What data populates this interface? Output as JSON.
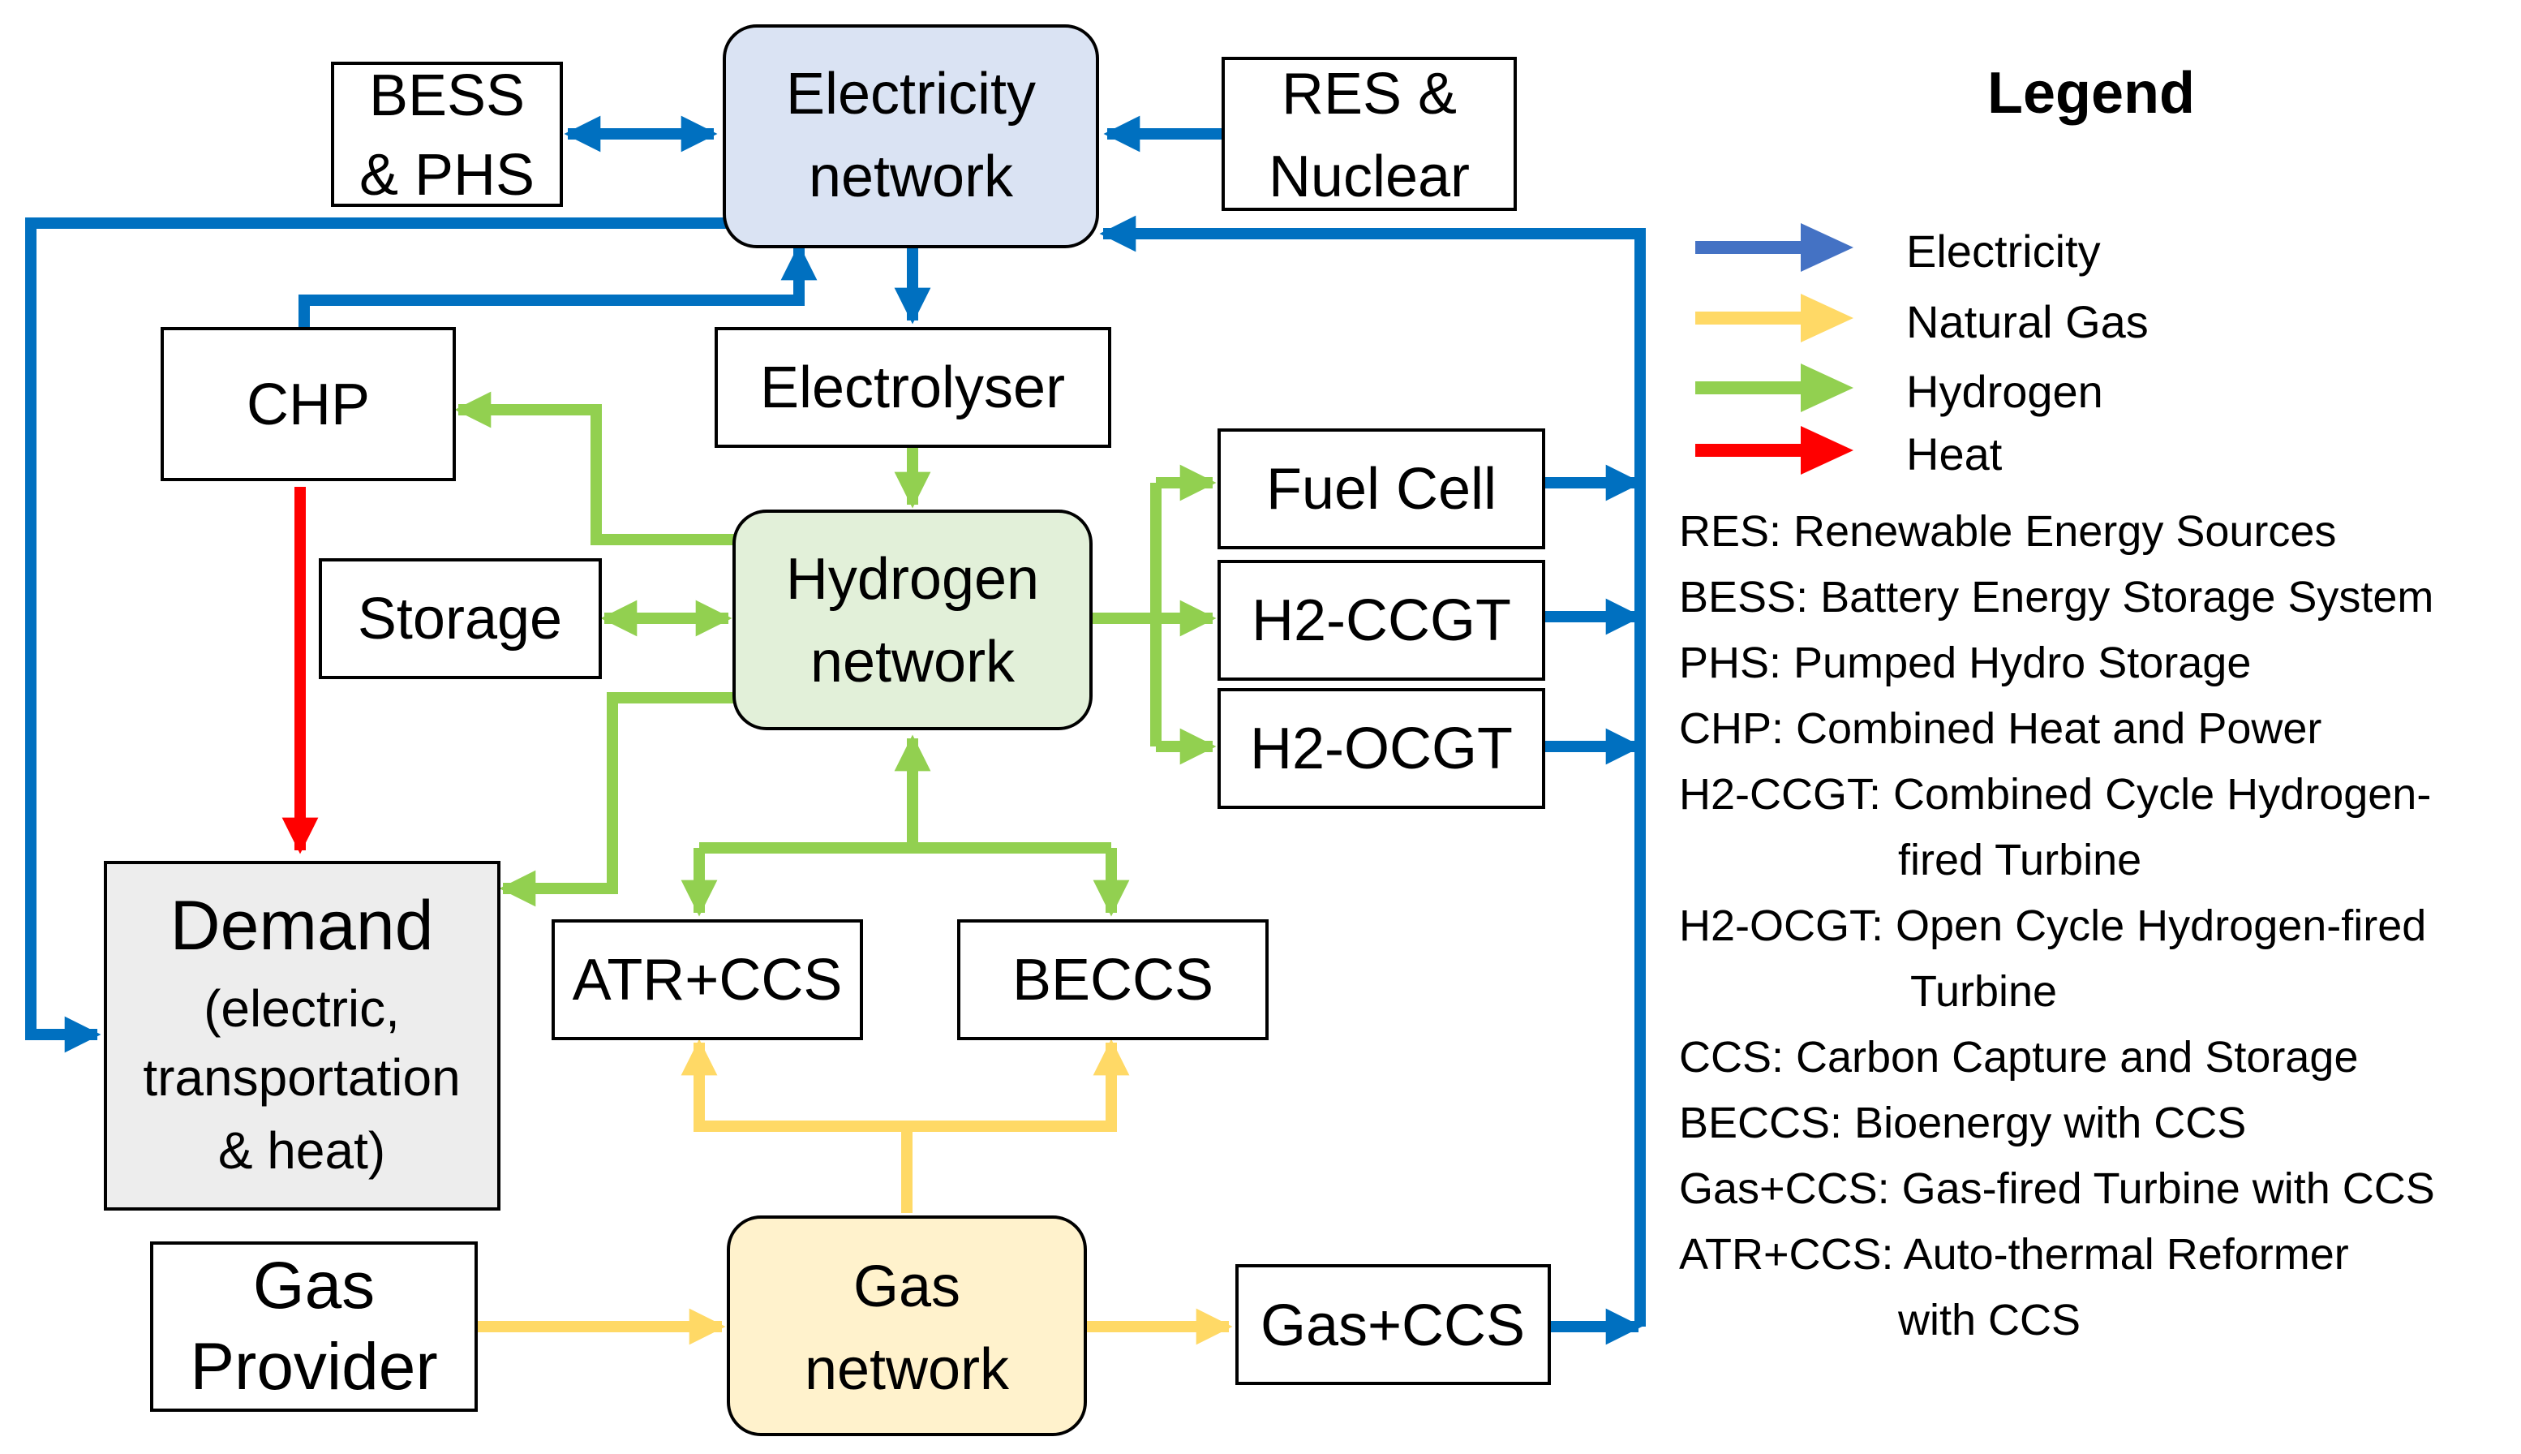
{
  "nodes": {
    "electricity_network": [
      "Electricity",
      "network"
    ],
    "bess_phs": [
      "BESS",
      "& PHS"
    ],
    "res_nuclear": [
      "RES &",
      "Nuclear"
    ],
    "chp": "CHP",
    "electrolyser": "Electrolyser",
    "hydrogen_network": [
      "Hydrogen",
      "network"
    ],
    "storage": "Storage",
    "fuel_cell": "Fuel Cell",
    "h2_ccgt": "H2-CCGT",
    "h2_ocgt": "H2-OCGT",
    "demand": [
      "Demand",
      "(electric,",
      "transportation",
      "& heat)"
    ],
    "atr_ccs": "ATR+CCS",
    "beccs": "BECCS",
    "gas_provider": [
      "Gas",
      "Provider"
    ],
    "gas_network": [
      "Gas",
      "network"
    ],
    "gas_ccs": "Gas+CCS"
  },
  "colors": {
    "electricity": "#0070C0",
    "natural_gas": "#FFD966",
    "hydrogen": "#92D050",
    "heat": "#FF0000",
    "electricity_legend": "#4472C4",
    "electricity_network_fill": "#DAE3F3",
    "hydrogen_network_fill": "#E2F0D9",
    "gas_network_fill": "#FFF2CC",
    "demand_fill": "#EDEDED"
  },
  "legend": {
    "title": "Legend",
    "items": [
      {
        "label": "Electricity",
        "color": "#4472C4"
      },
      {
        "label": "Natural Gas",
        "color": "#FFD966"
      },
      {
        "label": "Hydrogen",
        "color": "#92D050"
      },
      {
        "label": "Heat",
        "color": "#FF0000"
      }
    ],
    "abbreviations": [
      {
        "line1": "RES: Renewable Energy Sources"
      },
      {
        "line1": "BESS: Battery Energy Storage System"
      },
      {
        "line1": "PHS: Pumped Hydro Storage"
      },
      {
        "line1": "CHP: Combined Heat and Power"
      },
      {
        "line1": "H2-CCGT: Combined Cycle Hydrogen-",
        "line2": "fired Turbine"
      },
      {
        "line1": "H2-OCGT: Open Cycle Hydrogen-fired",
        "line2": "Turbine"
      },
      {
        "line1": "CCS: Carbon Capture and Storage"
      },
      {
        "line1": "BECCS: Bioenergy with CCS"
      },
      {
        "line1": "Gas+CCS: Gas-fired Turbine with CCS"
      },
      {
        "line1": "ATR+CCS: Auto-thermal Reformer",
        "line2": "with CCS"
      }
    ]
  }
}
